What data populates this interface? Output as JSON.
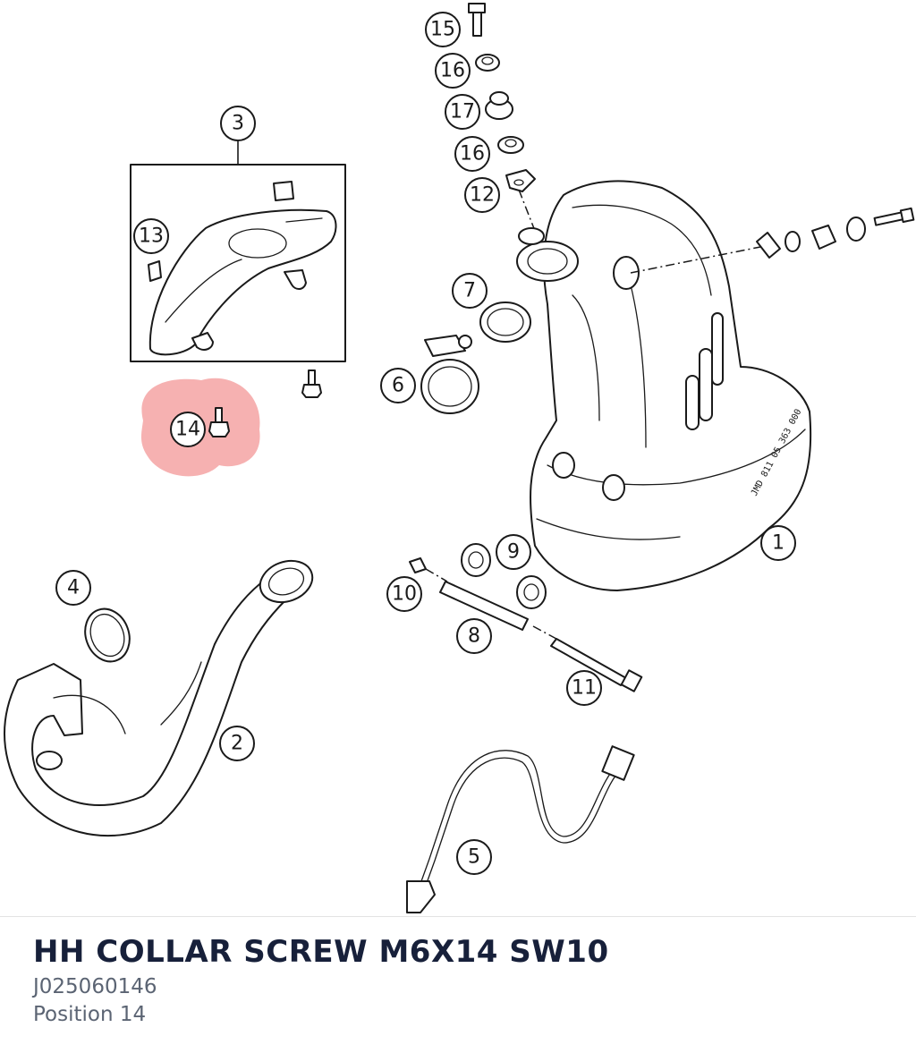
{
  "diagram": {
    "callouts": [
      "1",
      "2",
      "3",
      "4",
      "5",
      "6",
      "7",
      "8",
      "9",
      "10",
      "11",
      "12",
      "13",
      "14",
      "15",
      "16",
      "16",
      "17"
    ],
    "highlighted_position": "14",
    "highlight_color": "#f5a3a3"
  },
  "info": {
    "title": "HH COLLAR SCREW M6X14 SW10",
    "part_number": "J025060146",
    "position": "Position 14"
  }
}
